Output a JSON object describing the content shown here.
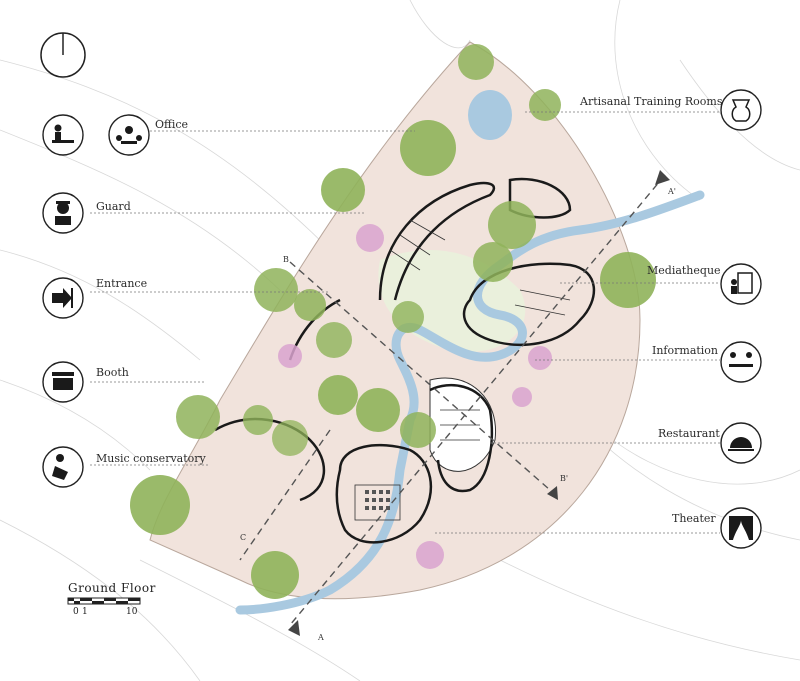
{
  "plan": {
    "title": "Ground Floor",
    "scale_labels": [
      "0",
      "1",
      "10"
    ],
    "section_marks": [
      "A",
      "A'",
      "B",
      "B'",
      "C"
    ]
  },
  "legend_left": [
    {
      "label": "Office",
      "icon": "office-meeting-icon"
    },
    {
      "label": "Guard",
      "icon": "guard-icon"
    },
    {
      "label": "Entrance",
      "icon": "entrance-icon"
    },
    {
      "label": "Booth",
      "icon": "booth-icon"
    },
    {
      "label": "Music conservatory",
      "icon": "guitar-player-icon"
    }
  ],
  "legend_right": [
    {
      "label": "Artisanal Training Rooms",
      "icon": "pottery-icon"
    },
    {
      "label": "Mediatheque",
      "icon": "library-icon"
    },
    {
      "label": "Information",
      "icon": "information-desk-icon"
    },
    {
      "label": "Restaurant",
      "icon": "cloche-icon"
    },
    {
      "label": "Theater",
      "icon": "theater-curtain-icon"
    }
  ],
  "colors": {
    "site": "#f1e3dc",
    "vegetation": "#8fb35a",
    "water": "#a9c9e0",
    "walls": "#1a1a1a",
    "flower": "#d9a3cf"
  }
}
